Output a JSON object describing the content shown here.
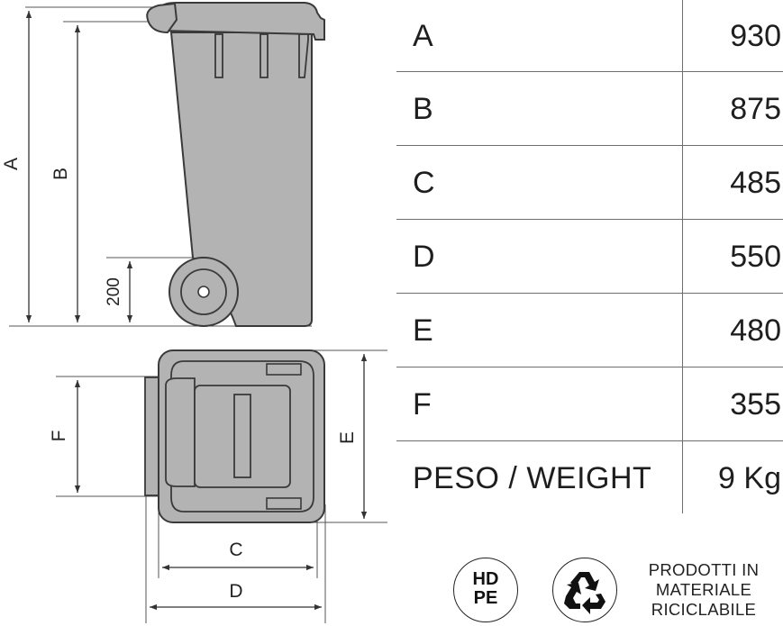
{
  "dimensions": {
    "a": "A",
    "b": "B",
    "wheel_height": "200",
    "c": "C",
    "d": "D",
    "e": "E",
    "f": "F"
  },
  "specs": [
    {
      "label": "A",
      "value": "930"
    },
    {
      "label": "B",
      "value": "875"
    },
    {
      "label": "C",
      "value": "485"
    },
    {
      "label": "D",
      "value": "550"
    },
    {
      "label": "E",
      "value": "480"
    },
    {
      "label": "F",
      "value": "355"
    },
    {
      "label": "PESO / WEIGHT",
      "value": "9 Kg"
    }
  ],
  "badges": {
    "material_line1": "HD",
    "material_line2": "PE",
    "recycle_icon": "recycle-icon",
    "recycle_lines": [
      "PRODOTTI IN",
      "MATERIALE",
      "RICICLABILE"
    ]
  },
  "colors": {
    "bin_fill": "#b3b3b3",
    "outline": "#3c3c3c",
    "dimension_lines": "#333333",
    "table_lines": "#6e6e6e"
  }
}
